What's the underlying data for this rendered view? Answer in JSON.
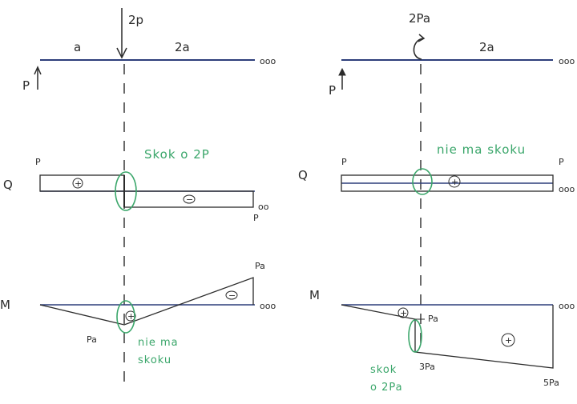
{
  "left": {
    "load": "2p",
    "span_a": "a",
    "span_2a": "2a",
    "dots_beam": "ooo",
    "reaction": "P",
    "shear_label": "Q",
    "q_top": "P",
    "q_bottom": "P",
    "q_plus": "+",
    "q_minus": "−",
    "q_dots": "oo",
    "q_note": "Skok o 2P",
    "moment_label": "M",
    "m_top": "Pa",
    "m_bottom": "Pa",
    "m_plus": "+",
    "m_minus": "−",
    "m_dots": "ooo",
    "m_note_1": "nie ma",
    "m_note_2": "skoku"
  },
  "right": {
    "load": "2Pa",
    "span_2a": "2a",
    "dots_beam": "ooo",
    "reaction": "P",
    "shear_label": "Q",
    "q_left": "P",
    "q_right": "P",
    "q_plus": "+",
    "q_dots": "ooo",
    "q_note": "nie ma skoku",
    "moment_label": "M",
    "m_plus_small": "+",
    "m_plus_big": "+",
    "m_pa": "Pa",
    "m_3pa": "3Pa",
    "m_5pa": "5Pa",
    "m_dots": "ooo",
    "m_note_1": "skok",
    "m_note_2": "o 2Pa"
  }
}
